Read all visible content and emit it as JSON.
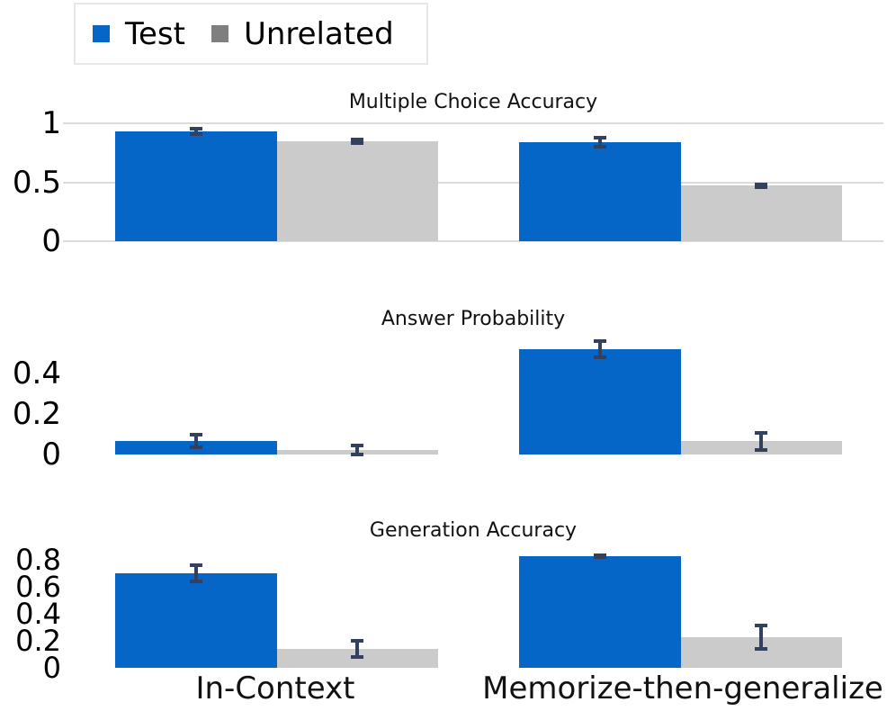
{
  "legend": {
    "items": [
      {
        "label": "Test",
        "color": "#0666C8"
      },
      {
        "label": "Unrelated",
        "color": "#7F7F7F"
      }
    ]
  },
  "chart_data": {
    "type": "bar",
    "categories": [
      "In-Context",
      "Memorize-then-generalize"
    ],
    "series_names": [
      "Test",
      "Unrelated"
    ],
    "legend_position": "upper-left",
    "colors": {
      "test_bar": "#0666C8",
      "unrelated_bar": "#CBCBCB",
      "error_bar": "#33415F",
      "gridline": "#DCDCDC"
    },
    "panels": [
      {
        "title": "Multiple Choice Accuracy",
        "ylim": [
          0,
          1.0
        ],
        "grid": true,
        "gridline_values": [
          1,
          0.5,
          0
        ],
        "yticks": [
          {
            "label": "1",
            "value": 1
          },
          {
            "label": "0.5",
            "value": 0.5
          },
          {
            "label": "0",
            "value": 0
          }
        ],
        "groups": [
          {
            "category": "In-Context",
            "bars": [
              {
                "series": "Test",
                "value": 0.93,
                "err": 0.04
              },
              {
                "series": "Unrelated",
                "value": 0.85,
                "err": 0.03
              }
            ]
          },
          {
            "category": "Memorize-then-generalize",
            "bars": [
              {
                "series": "Test",
                "value": 0.84,
                "err": 0.05
              },
              {
                "series": "Unrelated",
                "value": 0.47,
                "err": 0.03
              }
            ]
          }
        ]
      },
      {
        "title": "Answer Probability",
        "ylim": [
          0,
          0.6
        ],
        "grid": false,
        "gridline_values": [],
        "yticks": [
          {
            "label": "0.4",
            "value": 0.4
          },
          {
            "label": "0.2",
            "value": 0.2
          },
          {
            "label": "0",
            "value": 0
          }
        ],
        "groups": [
          {
            "category": "In-Context",
            "bars": [
              {
                "series": "Test",
                "value": 0.065,
                "err": 0.04
              },
              {
                "series": "Unrelated",
                "value": 0.022,
                "err": 0.03
              }
            ]
          },
          {
            "category": "Memorize-then-generalize",
            "bars": [
              {
                "series": "Test",
                "value": 0.52,
                "err": 0.05
              },
              {
                "series": "Unrelated",
                "value": 0.065,
                "err": 0.05
              }
            ]
          }
        ]
      },
      {
        "title": "Generation Accuracy",
        "ylim": [
          0,
          0.95
        ],
        "grid": false,
        "gridline_values": [],
        "yticks": [
          {
            "label": "0.8",
            "value": 0.8
          },
          {
            "label": "0.6",
            "value": 0.6
          },
          {
            "label": "0.4",
            "value": 0.4
          },
          {
            "label": "0.2",
            "value": 0.2
          },
          {
            "label": "0",
            "value": 0
          }
        ],
        "groups": [
          {
            "category": "In-Context",
            "bars": [
              {
                "series": "Test",
                "value": 0.7,
                "err": 0.075
              },
              {
                "series": "Unrelated",
                "value": 0.14,
                "err": 0.075
              }
            ]
          },
          {
            "category": "Memorize-then-generalize",
            "bars": [
              {
                "series": "Test",
                "value": 0.83,
                "err": 0.02
              },
              {
                "series": "Unrelated",
                "value": 0.225,
                "err": 0.1
              }
            ]
          }
        ]
      }
    ]
  }
}
